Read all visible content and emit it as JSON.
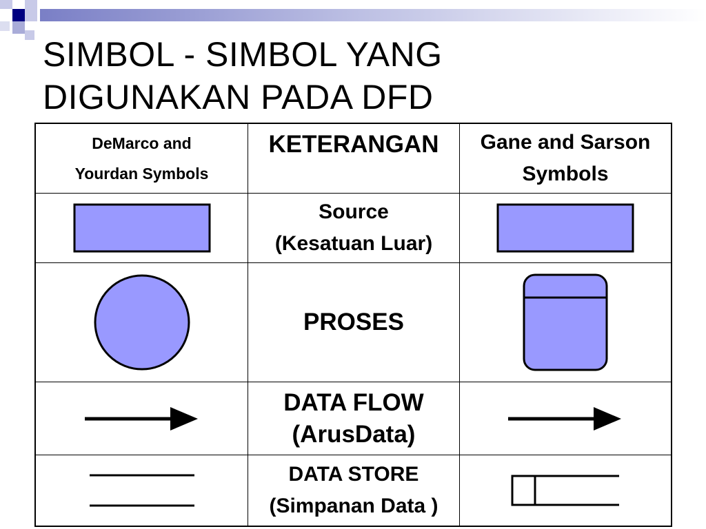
{
  "slide": {
    "title_line1": "SIMBOL - SIMBOL YANG",
    "title_line2": "DIGUNAKAN PADA DFD"
  },
  "table": {
    "header": {
      "col1_line1": "DeMarco and",
      "col1_line2": "Yourdan Symbols",
      "col2": "KETERANGAN",
      "col3_line1": "Gane and Sarson",
      "col3_line2": "Symbols"
    },
    "rows": [
      {
        "line1": "Source",
        "line2": "(Kesatuan Luar)",
        "demarco_icon": "rectangle-icon",
        "gane_icon": "rectangle-icon"
      },
      {
        "line1": "PROSES",
        "demarco_icon": "circle-icon",
        "gane_icon": "rounded-rectangle-icon"
      },
      {
        "line1": "DATA FLOW",
        "line2": "(ArusData)",
        "demarco_icon": "arrow-right-icon",
        "gane_icon": "arrow-right-icon"
      },
      {
        "line1": "DATA STORE",
        "line2": "(Simpanan Data )",
        "demarco_icon": "parallel-lines-icon",
        "gane_icon": "open-rectangle-icon"
      }
    ]
  },
  "colors": {
    "symbol_fill": "#9999ff",
    "stroke": "#000000",
    "accent": "#000080"
  }
}
